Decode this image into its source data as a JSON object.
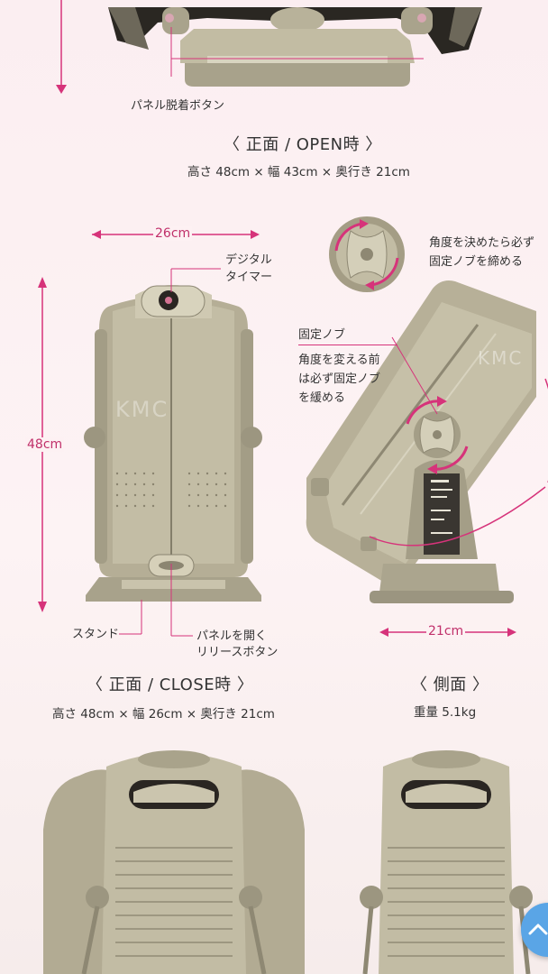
{
  "top": {
    "panel_button_label": "パネル脱着ボタン"
  },
  "open_view": {
    "title": "〈 正面 / OPEN時 〉",
    "dimensions": "高さ 48cm × 幅 43cm × 奥行き 21cm"
  },
  "front_close": {
    "width_label": "26cm",
    "height_label": "48cm",
    "timer_label_1": "デジタル",
    "timer_label_2": "タイマー",
    "stand_label": "スタンド",
    "release_label_1": "パネルを開く",
    "release_label_2": "リリースボタン",
    "watermark": "KMC",
    "title": "〈 正面 / CLOSE時 〉",
    "dimensions": "高さ 48cm × 幅 26cm × 奥行き 21cm"
  },
  "side": {
    "knob_tighten_1": "角度を決めたら必ず",
    "knob_tighten_2": "固定ノブを締める",
    "knob_label": "固定ノブ",
    "knob_loosen_1": "角度を変える前",
    "knob_loosen_2": "は必ず固定ノブ",
    "knob_loosen_3": "を緩める",
    "depth_label": "21cm",
    "watermark": "KMC",
    "title": "〈 側面 〉",
    "weight": "重量 5.1kg"
  },
  "colors": {
    "accent": "#d6337a",
    "device": "#b9b29a",
    "scroll_button": "#5aa5e6"
  },
  "icons": {
    "scroll_top": "chevron-up-icon"
  }
}
